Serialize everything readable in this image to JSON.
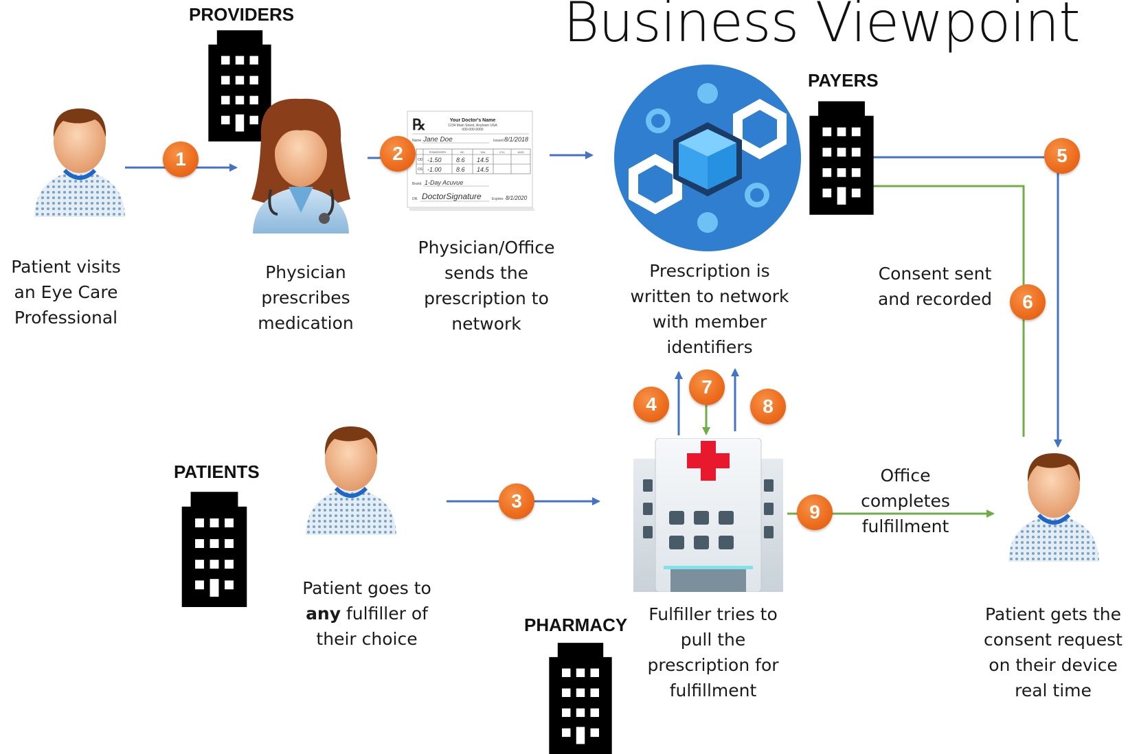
{
  "title": "Business Viewpoint",
  "headings": {
    "providers": "PROVIDERS",
    "payers": "PAYERS",
    "patients": "PATIENTS",
    "pharmacy": "PHARMACY"
  },
  "captions": {
    "patient_visits": [
      "Patient visits",
      "an Eye Care",
      "Professional"
    ],
    "physician": [
      "Physician",
      "prescribes",
      "medication"
    ],
    "office_sends": [
      "Physician/Office",
      "sends the",
      "prescription to",
      "network"
    ],
    "network": [
      "Prescription is",
      "written to network",
      "with member",
      "identifiers"
    ],
    "consent": [
      "Consent sent",
      "and recorded"
    ],
    "patient_goes": {
      "line1": "Patient goes to",
      "bold": "any",
      "line2_rest": " fulfiller of",
      "line3": "their choice"
    },
    "fulfiller": [
      "Fulfiller tries to",
      "pull the",
      "prescription for",
      "fulfillment"
    ],
    "office_completes": [
      "Office",
      "completes",
      "fulfillment"
    ],
    "patient_gets": [
      "Patient gets the",
      "consent request",
      "on their device",
      "real time"
    ]
  },
  "steps": [
    "1",
    "2",
    "3",
    "4",
    "5",
    "6",
    "7",
    "8",
    "9"
  ],
  "prescription_card": {
    "rx": "℞",
    "doctor_name": "Your Doctor's Name",
    "address": "1234 Main Street, Anytown USA",
    "phone": "000-000-0000",
    "name_label": "Name",
    "name_value": "Jane Doe",
    "issued_label": "Issued",
    "issued_value": "8/1/2018",
    "columns": [
      "POWER/SPH",
      "BC",
      "DIA",
      "CYL",
      "AXIS"
    ],
    "rows": [
      {
        "eye": "OD",
        "power": "-1.50",
        "bc": "8.6",
        "dia": "14.5"
      },
      {
        "eye": "OS",
        "power": "-1.00",
        "bc": "8.6",
        "dia": "14.5"
      }
    ],
    "brand_label": "Brand",
    "brand_value": "1-Day Acuvue",
    "signature_label": "DR.",
    "signature_value": "DoctorSignature",
    "expires_label": "Expires",
    "expires_value": "8/1/2020"
  },
  "colors": {
    "blue_line": "#4472c4",
    "green_line": "#70ad47",
    "badge_orange": "#ed7d31",
    "network_blue": "#1f78c8",
    "cross_red": "#e8192c",
    "building": "#000000"
  },
  "icons": [
    "patient-icon",
    "physician-icon",
    "prescription-icon",
    "network-icon",
    "hospital-icon",
    "building-icon"
  ]
}
